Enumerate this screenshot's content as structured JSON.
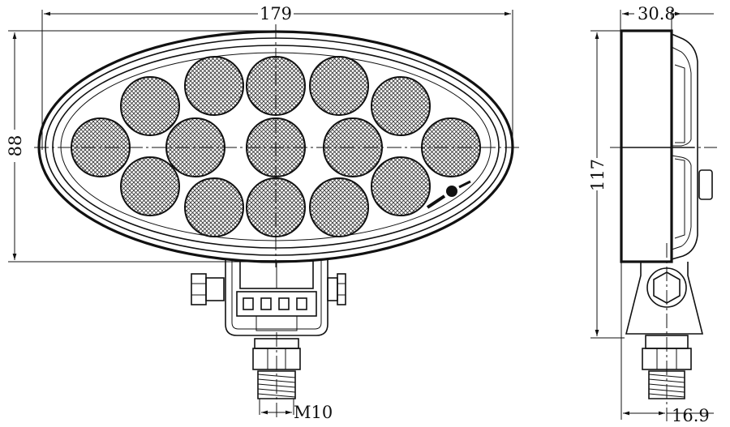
{
  "drawing": {
    "front_view": {
      "width_label": "179",
      "height_label": "88",
      "bolt_label": "M10",
      "led_count": 15
    },
    "side_view": {
      "depth_label": "30.8",
      "height_label": "117",
      "bolt_offset_label": "16.9"
    }
  }
}
